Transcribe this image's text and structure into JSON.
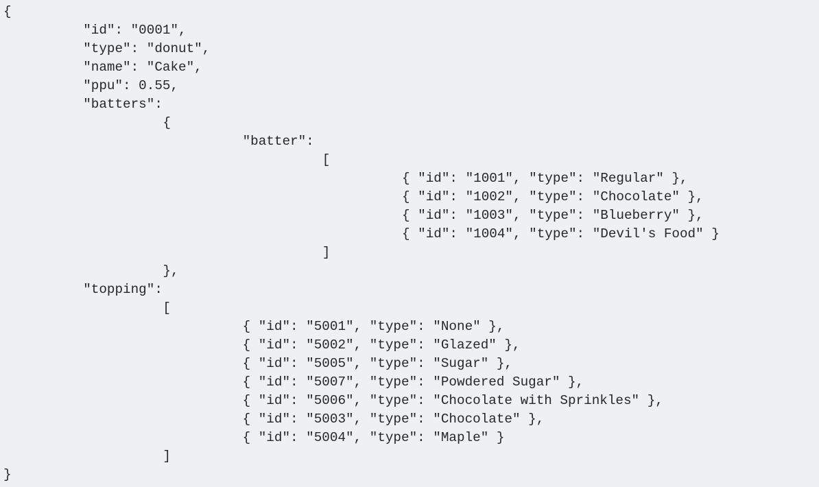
{
  "code": {
    "lines": [
      "{",
      "\t\"id\": \"0001\",",
      "\t\"type\": \"donut\",",
      "\t\"name\": \"Cake\",",
      "\t\"ppu\": 0.55,",
      "\t\"batters\":",
      "\t\t{",
      "\t\t\t\"batter\":",
      "\t\t\t\t[",
      "\t\t\t\t\t{ \"id\": \"1001\", \"type\": \"Regular\" },",
      "\t\t\t\t\t{ \"id\": \"1002\", \"type\": \"Chocolate\" },",
      "\t\t\t\t\t{ \"id\": \"1003\", \"type\": \"Blueberry\" },",
      "\t\t\t\t\t{ \"id\": \"1004\", \"type\": \"Devil's Food\" }",
      "\t\t\t\t]",
      "\t\t},",
      "\t\"topping\":",
      "\t\t[",
      "\t\t\t{ \"id\": \"5001\", \"type\": \"None\" },",
      "\t\t\t{ \"id\": \"5002\", \"type\": \"Glazed\" },",
      "\t\t\t{ \"id\": \"5005\", \"type\": \"Sugar\" },",
      "\t\t\t{ \"id\": \"5007\", \"type\": \"Powdered Sugar\" },",
      "\t\t\t{ \"id\": \"5006\", \"type\": \"Chocolate with Sprinkles\" },",
      "\t\t\t{ \"id\": \"5003\", \"type\": \"Chocolate\" },",
      "\t\t\t{ \"id\": \"5004\", \"type\": \"Maple\" }",
      "\t\t]",
      "}"
    ]
  }
}
